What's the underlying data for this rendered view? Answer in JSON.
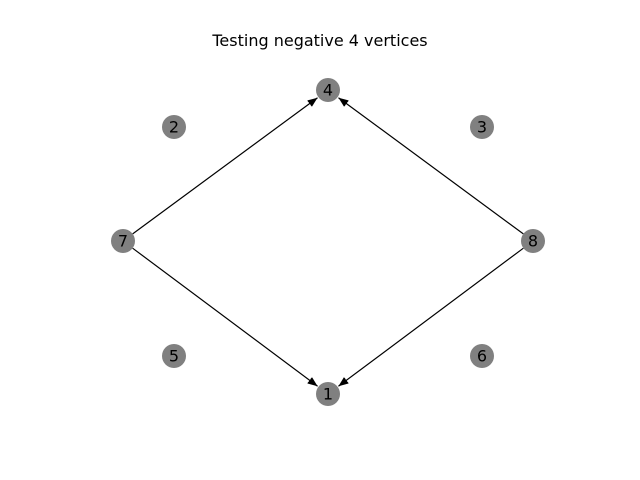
{
  "title": "Testing negative 4 vertices",
  "colors": {
    "node_fill": "#808080",
    "edge": "#000000",
    "background": "#ffffff"
  },
  "graph": {
    "directed": true,
    "nodes": [
      {
        "id": "4",
        "label": "4"
      },
      {
        "id": "2",
        "label": "2"
      },
      {
        "id": "3",
        "label": "3"
      },
      {
        "id": "7",
        "label": "7"
      },
      {
        "id": "8",
        "label": "8"
      },
      {
        "id": "5",
        "label": "5"
      },
      {
        "id": "6",
        "label": "6"
      },
      {
        "id": "1",
        "label": "1"
      }
    ],
    "edges": [
      {
        "from": "7",
        "to": "4"
      },
      {
        "from": "8",
        "to": "4"
      },
      {
        "from": "7",
        "to": "1"
      },
      {
        "from": "8",
        "to": "1"
      }
    ]
  }
}
